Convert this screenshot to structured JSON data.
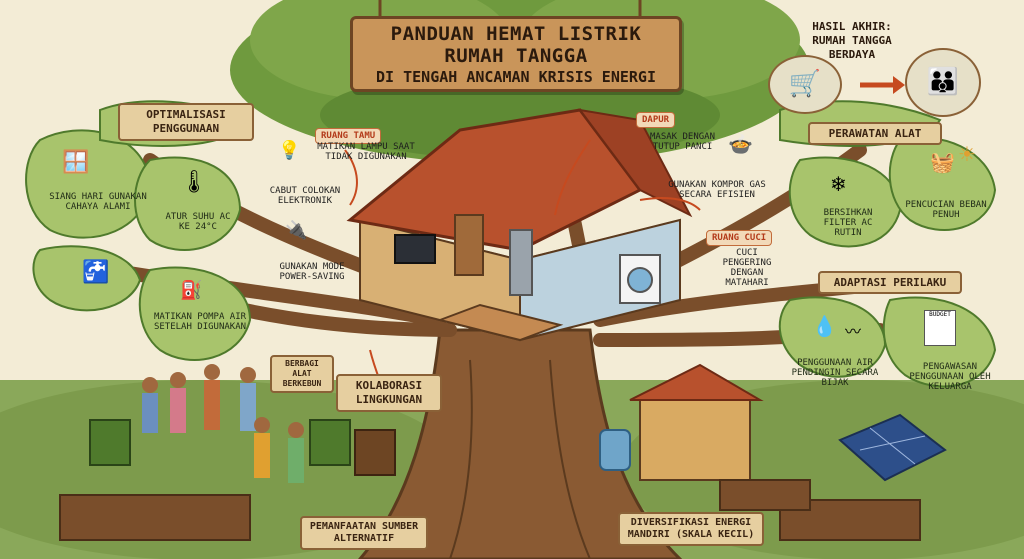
{
  "title": {
    "line1": "PANDUAN HEMAT LISTRIK",
    "line2": "RUMAH TANGGA",
    "line3": "DI TENGAH ANCAMAN KRISIS ENERGI"
  },
  "result": {
    "line1": "HASIL AKHIR:",
    "line2": "RUMAH TANGGA",
    "line3": "BERDAYA"
  },
  "branches": {
    "optimization": "OPTIMALISASI PENGGUNAAN",
    "maintenance": "PERAWATAN ALAT",
    "behavior": "ADAPTASI PERILAKU",
    "collaboration": "KOLABORASI LINGKUNGAN",
    "alternative": "PEMANFAATAN SUMBER ALTERNATIF",
    "diversification": "DIVERSIFIKASI ENERGI MANDIRI (SKALA KECIL)"
  },
  "leaves": {
    "daylight": "SIANG HARI GUNAKAN CAHAYA ALAMI",
    "ac_temp": "ATUR SUHU AC KE 24°C",
    "pump": "MATIKAN POMPA AIR SETELAH DIGUNAKAN",
    "ac_filter": "BERSIHKAN FILTER AC RUTIN",
    "laundry": "PENCUCIAN BEBAN PENUH",
    "cool_water": "PENGGUNAAN AIR PENDINGIN SECARA BIJAK",
    "budget": "PENGAWASAN PENGGUNAAN OLEH KELUARGA",
    "budget_sheet": "BUDGET"
  },
  "rooms": {
    "living": "RUANG TAMU",
    "kitchen": "DAPUR",
    "laundry": "RUANG CUCI"
  },
  "tips": {
    "lamp": "MATIKAN LAMPU SAAT TIDAK DIGUNAKAN",
    "unplug": "CABUT COLOKAN ELEKTRONIK",
    "power_saving": "GUNAKAN MODE POWER-SAVING",
    "lid": "MASAK DENGAN TUTUP PANCI",
    "stove": "GUNAKAN KOMPOR GAS SECARA EFISIEN",
    "sun_dry": "CUCI PENGERING DENGAN MATAHARI"
  },
  "garden_sign": {
    "line1": "BERBAGI",
    "line2": "ALAT",
    "line3": "BERKEBUN"
  },
  "colors": {
    "sky": "#f3ecd6",
    "leaf": "#7fa64a",
    "leaf_dark": "#4f7a2c",
    "trunk": "#8a5a33",
    "wood_sign": "#c9955a",
    "roof": "#b8512d",
    "accent_red": "#b33a1a"
  }
}
